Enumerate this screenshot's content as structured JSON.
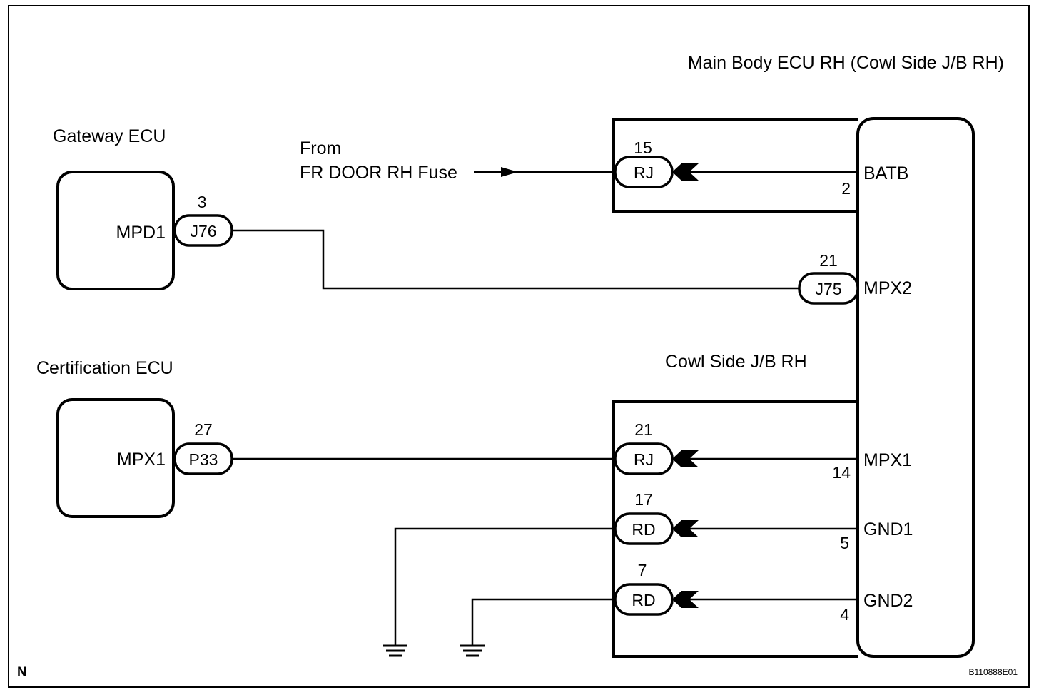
{
  "components": {
    "main_body_ecu": "Main Body ECU RH (Cowl Side J/B RH)",
    "cowl_side_jb": "Cowl Side J/B RH",
    "gateway_ecu": "Gateway ECU",
    "certification_ecu": "Certification ECU"
  },
  "source": {
    "line1": "From",
    "line2": "FR DOOR RH Fuse"
  },
  "gateway": {
    "terminal": "MPD1",
    "connector": "J76",
    "pin": "3"
  },
  "certification": {
    "terminal": "MPX1",
    "connector": "P33",
    "pin": "27"
  },
  "junction_connectors": [
    {
      "connector": "RJ",
      "pin": "15",
      "ecu_terminal": "BATB",
      "ecu_pin": "2"
    },
    {
      "connector": "RJ",
      "pin": "21",
      "ecu_terminal": "MPX1",
      "ecu_pin": "14"
    },
    {
      "connector": "RD",
      "pin": "17",
      "ecu_terminal": "GND1",
      "ecu_pin": "5"
    },
    {
      "connector": "RD",
      "pin": "7",
      "ecu_terminal": "GND2",
      "ecu_pin": "4"
    }
  ],
  "mpx2": {
    "connector": "J75",
    "pin": "21",
    "ecu_terminal": "MPX2"
  },
  "corner_mark": "N",
  "figure_code": "B110888E01"
}
